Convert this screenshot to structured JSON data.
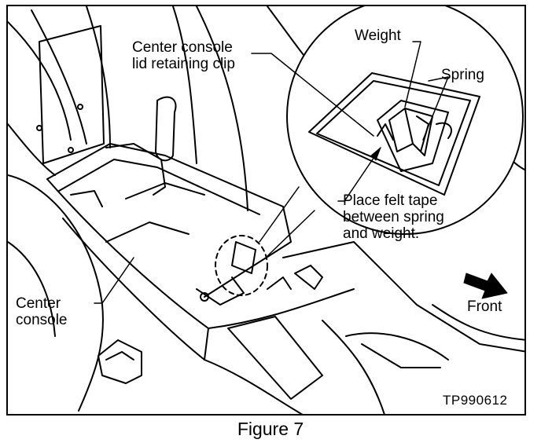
{
  "figure": {
    "caption": "Figure 7",
    "reference": "TP990612"
  },
  "labels": {
    "retaining_clip": [
      "Center console",
      "lid retaining clip"
    ],
    "weight": "Weight",
    "spring": "Spring",
    "felt_tape": [
      "Place felt tape",
      "between spring",
      "and weight."
    ],
    "center_console": [
      "Center",
      "console"
    ],
    "front": "Front"
  },
  "colors": {
    "ink": "#000000",
    "paper": "#ffffff"
  }
}
